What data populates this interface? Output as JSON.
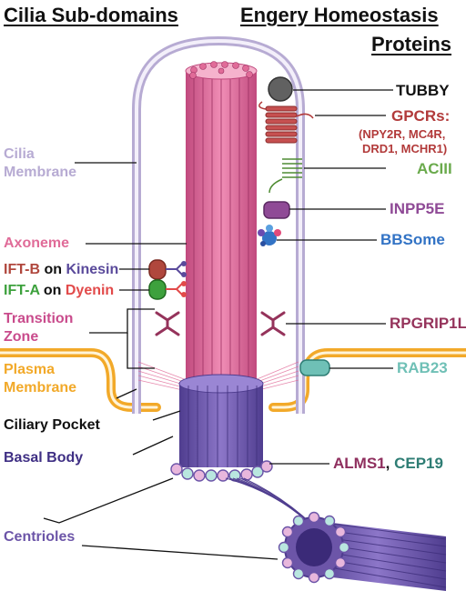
{
  "headers": {
    "left": "Cilia Sub-domains",
    "right_line1": "Engery Homeostasis",
    "right_line2": "Proteins"
  },
  "left_labels": {
    "cilia_membrane_1": "Cilia",
    "cilia_membrane_2": "Membrane",
    "axoneme": "Axoneme",
    "iftb_a": "IFT-B",
    "iftb_b": "on",
    "iftb_c": "Kinesin",
    "ifta_a": "IFT-A",
    "ifta_b": "on",
    "ifta_c": "Dyenin",
    "transition_1": "Transition",
    "transition_2": "Zone",
    "plasma_1": "Plasma",
    "plasma_2": "Membrane",
    "ciliary_pocket": "Ciliary Pocket",
    "basal_body": "Basal Body",
    "centrioles": "Centrioles"
  },
  "right_labels": {
    "tubby": "TUBBY",
    "gpcrs": "GPCRs:",
    "gpcr_list_1": "(NPY2R, MC4R,",
    "gpcr_list_2": "DRD1, MCHR1)",
    "aciii": "ACIII",
    "inpp5e": "INPP5E",
    "bbsome": "BBSome",
    "rpgrip1l": "RPGRIP1L",
    "rab23": "RAB23",
    "alms1": "ALMS1",
    "comma": ",",
    "cep19": "CEP19"
  },
  "colors": {
    "cilia_membrane": "#b7abd3",
    "axoneme": "#e06b98",
    "plasma_membrane": "#f2a929",
    "basal_body": "#6c55a8",
    "centriole_ring": "#e8b7dc",
    "centriole_ring_alt": "#b9e6df",
    "tubby": "#616161",
    "gpcr": "#b23a3a",
    "aciii": "#6aaa4c",
    "inpp5e": "#8f4a96",
    "bbsome": "#3273c5",
    "rpgrip1l": "#95335b",
    "rab23": "#6fc0b6",
    "iftb": "#b0473d",
    "ifta": "#3da13d",
    "kinesin": "#5a4a9b",
    "dyenin": "#e24a4a"
  }
}
